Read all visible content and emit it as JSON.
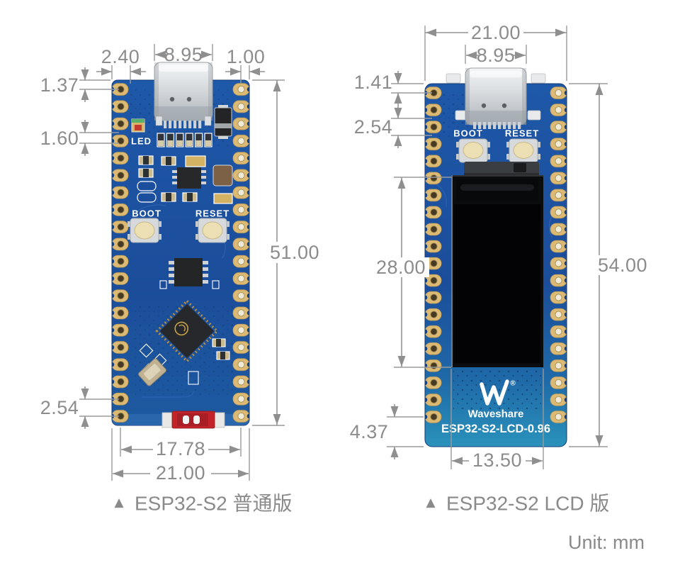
{
  "unit_note": "Unit: mm",
  "icons": {
    "caption_marker": "▲"
  },
  "colors": {
    "pcb_blue": "#1b4e9c",
    "pcb_teal": "#2a92bb",
    "pad_gold": "#dcba74",
    "dim_gray": "#909090",
    "label_gray": "#8a8a8a",
    "silk_white": "#ffffff",
    "lcd_black": "#0b0c0e",
    "button_beige": "#ecdfb4",
    "red_component": "#c2242a",
    "connector_silver": "#d6dadd"
  },
  "left_board": {
    "caption": "ESP32-S2 普通版",
    "labels": {
      "led": "LED",
      "boot": "BOOT",
      "reset": "RESET"
    },
    "dims": {
      "pad_edge": "2.40",
      "usb_width": "8.95",
      "edge_right": "1.00",
      "pin_top": "1.37",
      "pin_mid": "1.60",
      "pin_pitch": "2.54",
      "board_height": "51.00",
      "pin_span": "17.78",
      "board_width": "21.00"
    }
  },
  "right_board": {
    "caption": "ESP32-S2 LCD 版",
    "labels": {
      "boot": "BOOT",
      "reset": "RESET",
      "brand": "Waveshare",
      "model": "ESP32-S2-LCD-0.96",
      "reg_mark": "®"
    },
    "dims": {
      "board_width": "21.00",
      "usb_width": "8.95",
      "pin_top": "1.41",
      "pin_pitch": "2.54",
      "lcd_height": "28.00",
      "edge_bottom": "4.37",
      "board_height": "54.00",
      "lcd_width": "13.50"
    }
  }
}
